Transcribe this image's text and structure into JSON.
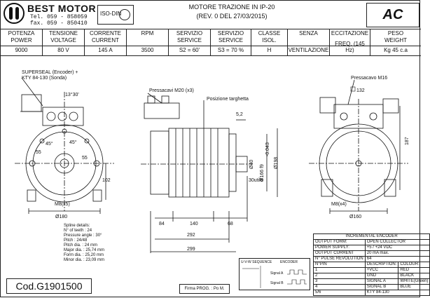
{
  "header": {
    "brand": "BEST MOTOR",
    "tel": "Tel. 059 - 858059",
    "fax": "fax. 059 - 850410",
    "iso": "ISO-DIN",
    "title_line1": "MOTORE TRAZIONE IN IP-20",
    "title_line2": "(REV. 0 DEL 27/03/2015)",
    "type_badge": "AC"
  },
  "specs": [
    {
      "h": "POTENZA\nPOWER",
      "v": "9000"
    },
    {
      "h": "TENSIONE\nVOLTAGE",
      "v": "80 V"
    },
    {
      "h": "CORRENTE\nCURRENT",
      "v": "145 A"
    },
    {
      "h": "RPM",
      "v": "3500"
    },
    {
      "h": "SERVIZIO\nSERVICE",
      "v": "S2 =   60'"
    },
    {
      "h": "SERVIZIO\nSERVICE",
      "v": "S3 = 70 %"
    },
    {
      "h": "CLASSE\nISOL.",
      "v": "H"
    },
    {
      "h": "SENZA",
      "v": "VENTILAZIONE"
    },
    {
      "h": "ECCITAZIONE",
      "v": "FREQ. (145 Hz)"
    },
    {
      "h": "PESO\nWEIGHT",
      "v": "Kg 45 c.a"
    }
  ],
  "drawing": {
    "superseal": "SUPERSEAL (Encoder) +",
    "kty": "KTY 84-130 (Sonda)",
    "angle": "13°30'",
    "pressacavi_m20": "Pressacavi M20 (x3)",
    "posizione": "Posizione targhetta",
    "pressacavo_m16": "Pressacavo M16",
    "square132": "132",
    "d52": "5,2",
    "d40": "Ø40",
    "d166": "Ø166 f9",
    "d198": "Ø198",
    "utile": "30utile",
    "d187": "187",
    "d102": "102",
    "d55a": "55",
    "d55b": "55",
    "d45a": "45°",
    "d45b": "45°",
    "m8x5": "M8(x5)",
    "d180": "Ø180",
    "m8x4": "M8(x4)",
    "d160": "Ø160",
    "d84": "84",
    "d140": "140",
    "d68": "68",
    "d292": "292",
    "d299": "299",
    "tol": "-0.043"
  },
  "spline": {
    "l1": "Spline details:",
    "l2": "N° of teeth : 24",
    "l3": "Pressure angle : 30°",
    "l4": "Pitch : 24/48",
    "l5": "Pitch dia. : 24 mm",
    "l6": "Major dia. : 25,74 mm",
    "l7": "Form dia. : 25,20 mm",
    "l8": "Minor dia. : 23,09 mm"
  },
  "code": "Cod.G1901500",
  "firma": "Firma PROG. : Po M.",
  "sequence": {
    "title": "U-V-W SEQUENCE",
    "encoder": "ENCODER",
    "sigA": "Signal A",
    "sigB": "Signal B"
  },
  "encoder": {
    "title": "INCREMENTAL ENCODER",
    "rows": [
      [
        "OUTPUT FORM:",
        "OPEN COLLECTOR"
      ],
      [
        "POWER SUPPLY:",
        "+5 / +24 VDC"
      ],
      [
        "OUTPUT CURRENT",
        "20 mA  max."
      ],
      [
        "N° PULSE REVOLUTION",
        "64"
      ]
    ],
    "pin_header": [
      "N°PIN",
      "DESCRIPTION:",
      "COLOUR:"
    ],
    "pins": [
      [
        "1",
        "+VCC",
        "RED"
      ],
      [
        "2",
        "GND",
        "BLACK"
      ],
      [
        "3",
        "SIGNAL A",
        "WHITE(Green)"
      ],
      [
        "4",
        "SIGNAL B",
        "BLUE"
      ],
      [
        "5/6",
        "KTY 84-130",
        ""
      ]
    ]
  }
}
